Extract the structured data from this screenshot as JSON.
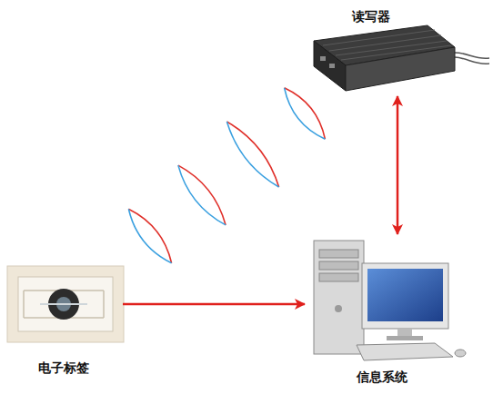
{
  "diagram": {
    "nodes": [
      {
        "text": [
          "读写器"
        ]
      },
      {
        "text": [
          "电子标签"
        ]
      },
      {
        "text": [
          "信息系统"
        ]
      }
    ],
    "edges": [
      {
        "from": 0,
        "to": 2,
        "arrow": "both"
      },
      {
        "from": 1,
        "to": 2,
        "arrow": "to"
      }
    ]
  }
}
